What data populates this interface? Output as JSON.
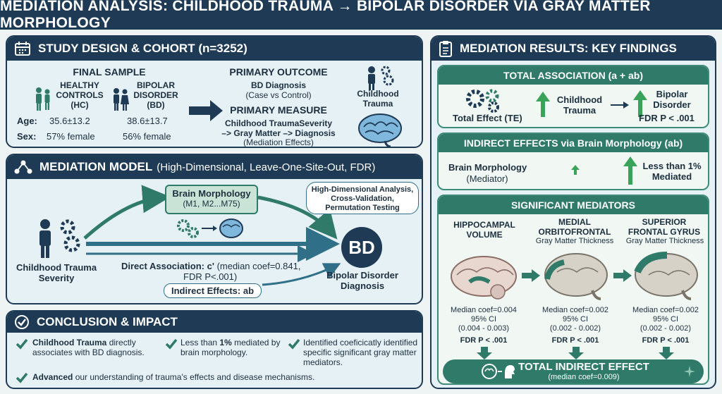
{
  "title": "MEDIATION ANALYSIS: CHILDHOOD TRAUMA → BIPOLAR DISORDER VIA GRAY MATTER MORPHOLOGY",
  "design": {
    "header": "STUDY DESIGN & COHORT (n=3252)",
    "final_sample": "FINAL SAMPLE",
    "hc_label": "HEALTHY CONTROLS (HC)",
    "bd_label": "BIPOLAR DISORDER (BD)",
    "age_label": "Age:",
    "sex_label": "Sex:",
    "hc_age": "35.6±13.2",
    "bd_age": "38.6±13.7",
    "hc_sex": "57% female",
    "bd_sex": "56% female",
    "outcome_title": "PRIMARY OUTCOME",
    "outcome_line1": "BD Diagnosis",
    "outcome_line2": "(Case vs Control)",
    "measure_title": "PRIMARY MEASURE",
    "measure_line1": "Childhood TraumaSeverity",
    "measure_line2": "–> Gray Matter –> Diagnosis",
    "measure_line3": "(Mediation Effects)",
    "trauma_label": "Childhood Trauma"
  },
  "model": {
    "header": "MEDIATION MODEL",
    "header_sub": "(High-Dimensional, Leave-One-Site-Out, FDR)",
    "brain_title": "Brain Morphology",
    "brain_sub": "(M1, M2...M75)",
    "callout": "High-Dimensional Analysis, Cross-Validation, Permutation Testing",
    "trauma_label": "Childhood Trauma Severity",
    "direct_prefix": "Direct Association: c'",
    "direct_suffix": "(median coef=0.841,",
    "direct_fdr": "FDR P<.001)",
    "indirect": "Indirect Effects: ab",
    "bd_badge": "BD",
    "bd_label": "Bipolar Disorder Diagnosis"
  },
  "conclusion": {
    "header": "CONCLUSION & IMPACT",
    "item1_bold": "Childhood Trauma",
    "item1_rest": "directly associates with BD diagnosis.",
    "item2_pre": "Less than",
    "item2_bold": "1%",
    "item2_rest": "mediated by brain morphology.",
    "item3": "Identified coeficicatly identified specific significant gray matter mediators.",
    "item4_bold": "Advanced",
    "item4_rest": "our understanding of trauma's effects and disease mechanisms."
  },
  "results": {
    "header": "MEDIATION RESULTS: KEY FINDINGS",
    "total_head": "TOTAL ASSOCIATION (a + ab)",
    "total_effect": "Total Effect (TE)",
    "trauma": "Childhood Trauma",
    "bipolar": "Bipolar Disorder",
    "fdr": "FDR P < .001",
    "indirect_head": "INDIRECT EFFECTS via Brain Morphology (ab)",
    "brain_morph": "Brain Morphology",
    "mediator": "(Mediator)",
    "less_than": "Less than 1% Mediated",
    "sig_head": "SIGNIFICANT MEDIATORS",
    "mediators": [
      {
        "name": "HIPPOCAMPAL VOLUME",
        "sub": "",
        "coef": "Median coef=0.004",
        "ci_label": "95% CI",
        "ci": "(0.004 - 0.003)",
        "fdr": "FDR P < .001"
      },
      {
        "name": "MEDIAL ORBITOFRONTAL",
        "sub": "Gray Matter Thickness",
        "coef": "Median coef=0.002",
        "ci_label": "95% CI",
        "ci": "(0.002 - 0.002)",
        "fdr": "FDR P < .001"
      },
      {
        "name": "SUPERIOR FRONTAL GYRUS",
        "sub": "Gray Matter Thickness",
        "coef": "Median coef=0.002",
        "ci_label": "95% CI",
        "ci": "(0.002 - 0.002)",
        "fdr": "FDR P < .001"
      }
    ],
    "total_indirect": "TOTAL INDIRECT EFFECT",
    "total_indirect_sub": "(median coef=0.009)"
  },
  "colors": {
    "navy": "#1e3a55",
    "teal": "#2f7a69",
    "green": "#3aa35a",
    "panel": "#e6f1f6"
  }
}
